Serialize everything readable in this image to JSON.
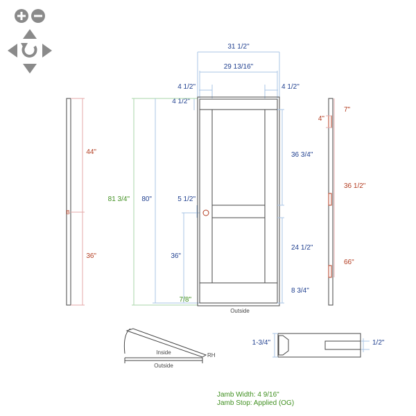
{
  "colors": {
    "blue_dim": "#1f3f8f",
    "red_dim": "#b23a1e",
    "green_dim": "#3f8f1f",
    "ext_line_blue": "#a9c4e6",
    "ext_line_red": "#e6a9a9",
    "ext_line_green": "#a9d6a9",
    "outline": "#444444",
    "nav": "#8a8a8a",
    "caption": "#444444"
  },
  "nav": {
    "zoom_in_icon": "zoom-in-icon",
    "zoom_out_icon": "zoom-out-icon",
    "pan_up_icon": "arrow-up-icon",
    "pan_left_icon": "arrow-left-icon",
    "pan_right_icon": "arrow-right-icon",
    "pan_down_icon": "arrow-down-icon",
    "reset_icon": "rotate-icon"
  },
  "elevation": {
    "overall_width": "31 1/2\"",
    "door_width": "29 13/16\"",
    "left_stile_width": "4 1/2\"",
    "right_stile_width": "4 1/2\"",
    "top_rail_height": "4 1/2\"",
    "overall_height": "81 3/4\"",
    "door_height": "80\"",
    "lock_rail_height": "5 1/2\"",
    "handle_height": "36\"",
    "bottom_gap": "7/8\"",
    "upper_panel_height": "36 3/4\"",
    "lower_panel_height": "24 1/2\"",
    "bottom_rail_height": "8 3/4\"",
    "outside_label": "Outside"
  },
  "left_jamb": {
    "upper_dim": "44\"",
    "lower_dim": "36\"",
    "marker": "B"
  },
  "right_jamb": {
    "top_hinge": "7\"",
    "hinge_height": "4\"",
    "middle_hinge": "36 1/2\"",
    "bottom_hinge": "66\""
  },
  "swing": {
    "inside_label": "Inside",
    "outside_label": "Outside",
    "handing": "RH"
  },
  "section": {
    "thickness": "1-3/4\"",
    "stop_depth": "1/2\""
  },
  "specs": {
    "jamb_width": "Jamb Width: 4 9/16\"",
    "jamb_stop": "Jamb Stop: Applied (OG)"
  }
}
